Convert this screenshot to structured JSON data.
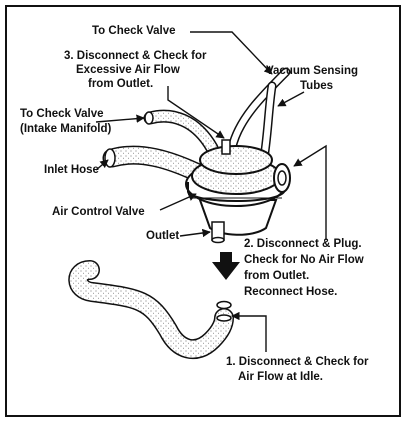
{
  "diagram": {
    "labels": {
      "to_check_valve_top": "To Check Valve",
      "step3_line1": "3. Disconnect & Check for",
      "step3_line2": "Excessive Air Flow",
      "step3_line3": "from Outlet.",
      "vacuum_line1": "Vacuum Sensing",
      "vacuum_line2": "Tubes",
      "to_check_valve_left_line1": "To Check Valve",
      "to_check_valve_left_line2": "(Intake Manifold)",
      "inlet_hose": "Inlet Hose",
      "air_control_valve": "Air Control Valve",
      "outlet": "Outlet",
      "step2_line1": "2. Disconnect & Plug.",
      "step2_line2": "Check for No Air Flow",
      "step2_line3": "from Outlet.",
      "step2_line4": "Reconnect Hose.",
      "step1_line1": "1. Disconnect & Check for",
      "step1_line2": "Air Flow at Idle."
    }
  }
}
